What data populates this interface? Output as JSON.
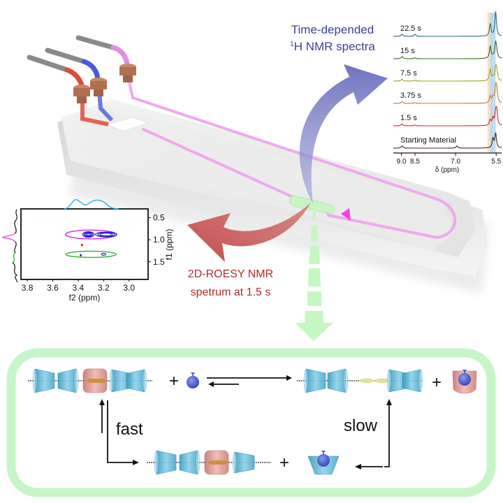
{
  "figure": {
    "title_1h": {
      "line1": "Time-depended",
      "line2_sup": "1",
      "line2": "H NMR spectra",
      "color": "#3d3f9a"
    },
    "title_roesy": {
      "line1": "2D-ROESY NMR",
      "line2": "spetrum at 1.5 s",
      "color": "#b42a2e"
    },
    "colors": {
      "chip": "#e8e8e8",
      "channel": "#f0a8ef",
      "inlet_red": "#e04a3a",
      "inlet_blue": "#4a5ae0",
      "inlet_pink": "#e090e0",
      "tube": "#8a8a8a",
      "fitting": "#b87a5a",
      "detector": "#c9f5c4",
      "flow_arrow": "#ee44ee",
      "arrow_blue": "#7b7fc4",
      "arrow_red": "#c24c4c",
      "arrow_green": "#c6f7c2",
      "box_border": "#c8f5c8",
      "cup_blue": "#6ec0dc",
      "cup_red": "#e39a98",
      "guest": "#4a5cd0"
    }
  },
  "chart_data": [
    {
      "type": "line",
      "title": "Time-depended 1H NMR spectra",
      "xlabel": "δ (ppm)",
      "x_ticks": [
        "9.0",
        "8.5",
        "7.0",
        "5.5"
      ],
      "xlim": [
        9.3,
        5.3
      ],
      "x_reversed": true,
      "x_axis_break": true,
      "highlight_bands": [
        {
          "center_ppm": 5.72,
          "color": "#f9d9b4"
        },
        {
          "center_ppm": 5.62,
          "color": "#b5d8f3"
        }
      ],
      "series": [
        {
          "name": "Starting Material",
          "color": "#4a2a1a",
          "peaks": [
            {
              "ppm": 8.98,
              "h": 0.15
            },
            {
              "ppm": 6.95,
              "h": 0.15
            },
            {
              "ppm": 5.62,
              "h": 0.6
            },
            {
              "ppm": 5.52,
              "h": 0.95
            }
          ]
        },
        {
          "name": "1.5 s",
          "color": "#e02020",
          "peaks": [
            {
              "ppm": 8.98,
              "h": 0.12
            },
            {
              "ppm": 8.5,
              "h": 0.05
            },
            {
              "ppm": 5.72,
              "h": 0.35
            },
            {
              "ppm": 5.62,
              "h": 0.45
            },
            {
              "ppm": 5.52,
              "h": 0.75
            },
            {
              "ppm": 5.48,
              "h": 0.85
            }
          ]
        },
        {
          "name": "3.75 s",
          "color": "#c77a28",
          "peaks": [
            {
              "ppm": 8.98,
              "h": 0.12
            },
            {
              "ppm": 8.5,
              "h": 0.05
            },
            {
              "ppm": 5.72,
              "h": 0.45
            },
            {
              "ppm": 5.62,
              "h": 0.35
            },
            {
              "ppm": 5.52,
              "h": 0.95
            },
            {
              "ppm": 5.48,
              "h": 0.75
            }
          ]
        },
        {
          "name": "7.5 s",
          "color": "#a0a020",
          "peaks": [
            {
              "ppm": 8.98,
              "h": 0.13
            },
            {
              "ppm": 8.5,
              "h": 0.06
            },
            {
              "ppm": 5.72,
              "h": 0.75
            },
            {
              "ppm": 5.62,
              "h": 0.2
            },
            {
              "ppm": 5.52,
              "h": 0.75
            },
            {
              "ppm": 5.48,
              "h": 0.6
            }
          ]
        },
        {
          "name": "15 s",
          "color": "#3a6a28",
          "peaks": [
            {
              "ppm": 8.98,
              "h": 0.14
            },
            {
              "ppm": 8.5,
              "h": 0.06
            },
            {
              "ppm": 5.72,
              "h": 0.8
            },
            {
              "ppm": 5.62,
              "h": 0.12
            },
            {
              "ppm": 5.52,
              "h": 1.0
            },
            {
              "ppm": 5.48,
              "h": 0.3
            }
          ]
        },
        {
          "name": "22.5 s",
          "color": "#2a6a7a",
          "peaks": [
            {
              "ppm": 8.98,
              "h": 0.14
            },
            {
              "ppm": 8.5,
              "h": 0.14
            },
            {
              "ppm": 5.72,
              "h": 0.8
            },
            {
              "ppm": 5.52,
              "h": 1.6
            }
          ]
        }
      ]
    },
    {
      "type": "heatmap",
      "title": "2D-ROESY NMR spetrum at 1.5 s",
      "xlabel": "f2 (ppm)",
      "ylabel": "f1 (ppm)",
      "x_ticks": [
        "3.8",
        "3.6",
        "3.4",
        "3.2",
        "3.0"
      ],
      "y_ticks": [
        "0.5",
        "1.0",
        "1.5"
      ],
      "xlim": [
        3.85,
        2.85
      ],
      "ylim": [
        0.3,
        1.9
      ],
      "contours": [
        {
          "f2": 3.32,
          "f1": 0.88,
          "color": "#2020d0",
          "levels": 4,
          "rx": 0.045,
          "ry": 0.13
        },
        {
          "f2": 3.18,
          "f1": 0.88,
          "color": "#2020d0",
          "levels": 3,
          "rx": 0.085,
          "ry": 0.11
        },
        {
          "f2": 3.37,
          "f1": 1.12,
          "color": "#e02020",
          "levels": 1,
          "rx": 0.006,
          "ry": 0.03
        },
        {
          "f2": 3.38,
          "f1": 1.35,
          "color": "#2020d0",
          "levels": 1,
          "rx": 0.004,
          "ry": 0.03
        },
        {
          "f2": 3.2,
          "f1": 1.33,
          "color": "#2020d0",
          "levels": 1,
          "rx": 0.018,
          "ry": 0.045
        }
      ],
      "highlight_ellipses": [
        {
          "f2": 3.3,
          "f1": 0.88,
          "rx": 0.2,
          "ry": 0.2,
          "color": "#dd22dd"
        },
        {
          "f2": 3.3,
          "f1": 1.33,
          "rx": 0.2,
          "ry": 0.14,
          "color": "#3aaa3a"
        }
      ],
      "projection_top_color": "#2aaad8",
      "projection_left_colors": [
        "#111111",
        "#ee44cc",
        "#111111",
        "#33aa33",
        "#111111"
      ]
    }
  ],
  "scheme": {
    "plus": "+",
    "fast_label": "fast",
    "slow_label": "slow"
  }
}
